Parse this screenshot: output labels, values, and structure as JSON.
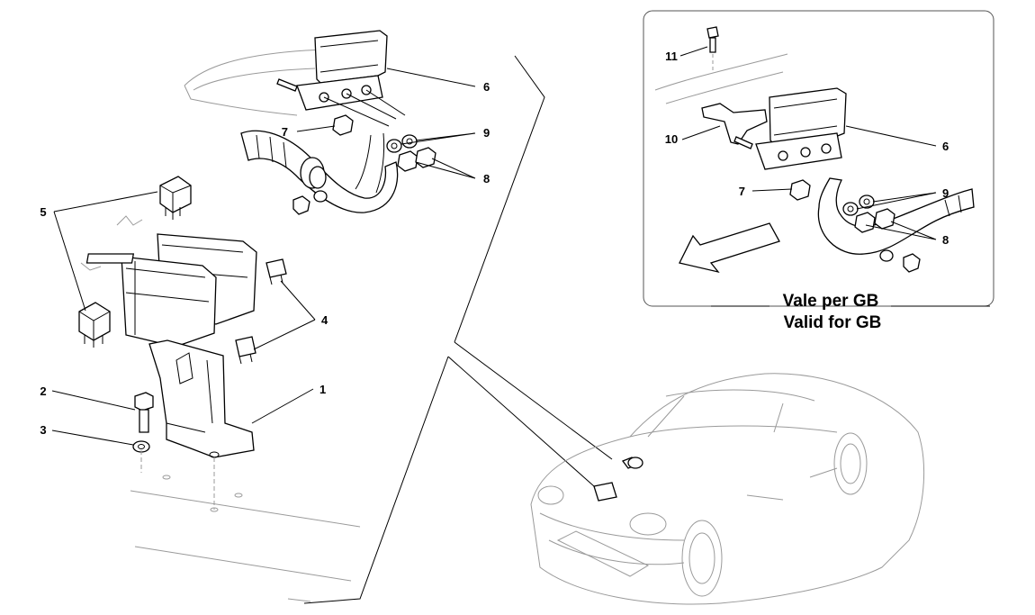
{
  "callouts": {
    "c1": "1",
    "c2": "2",
    "c3": "3",
    "c4": "4",
    "c5": "5",
    "c6": "6",
    "c7": "7",
    "c8": "8",
    "c9": "9"
  },
  "inset": {
    "c6": "6",
    "c7": "7",
    "c8": "8",
    "c9": "9",
    "c10": "10",
    "c11": "11",
    "note_line1": "Vale per GB",
    "note_line2": "Valid for GB"
  },
  "colors": {
    "line": "#000000",
    "ghost": "#9a9a9a",
    "background": "#ffffff"
  }
}
